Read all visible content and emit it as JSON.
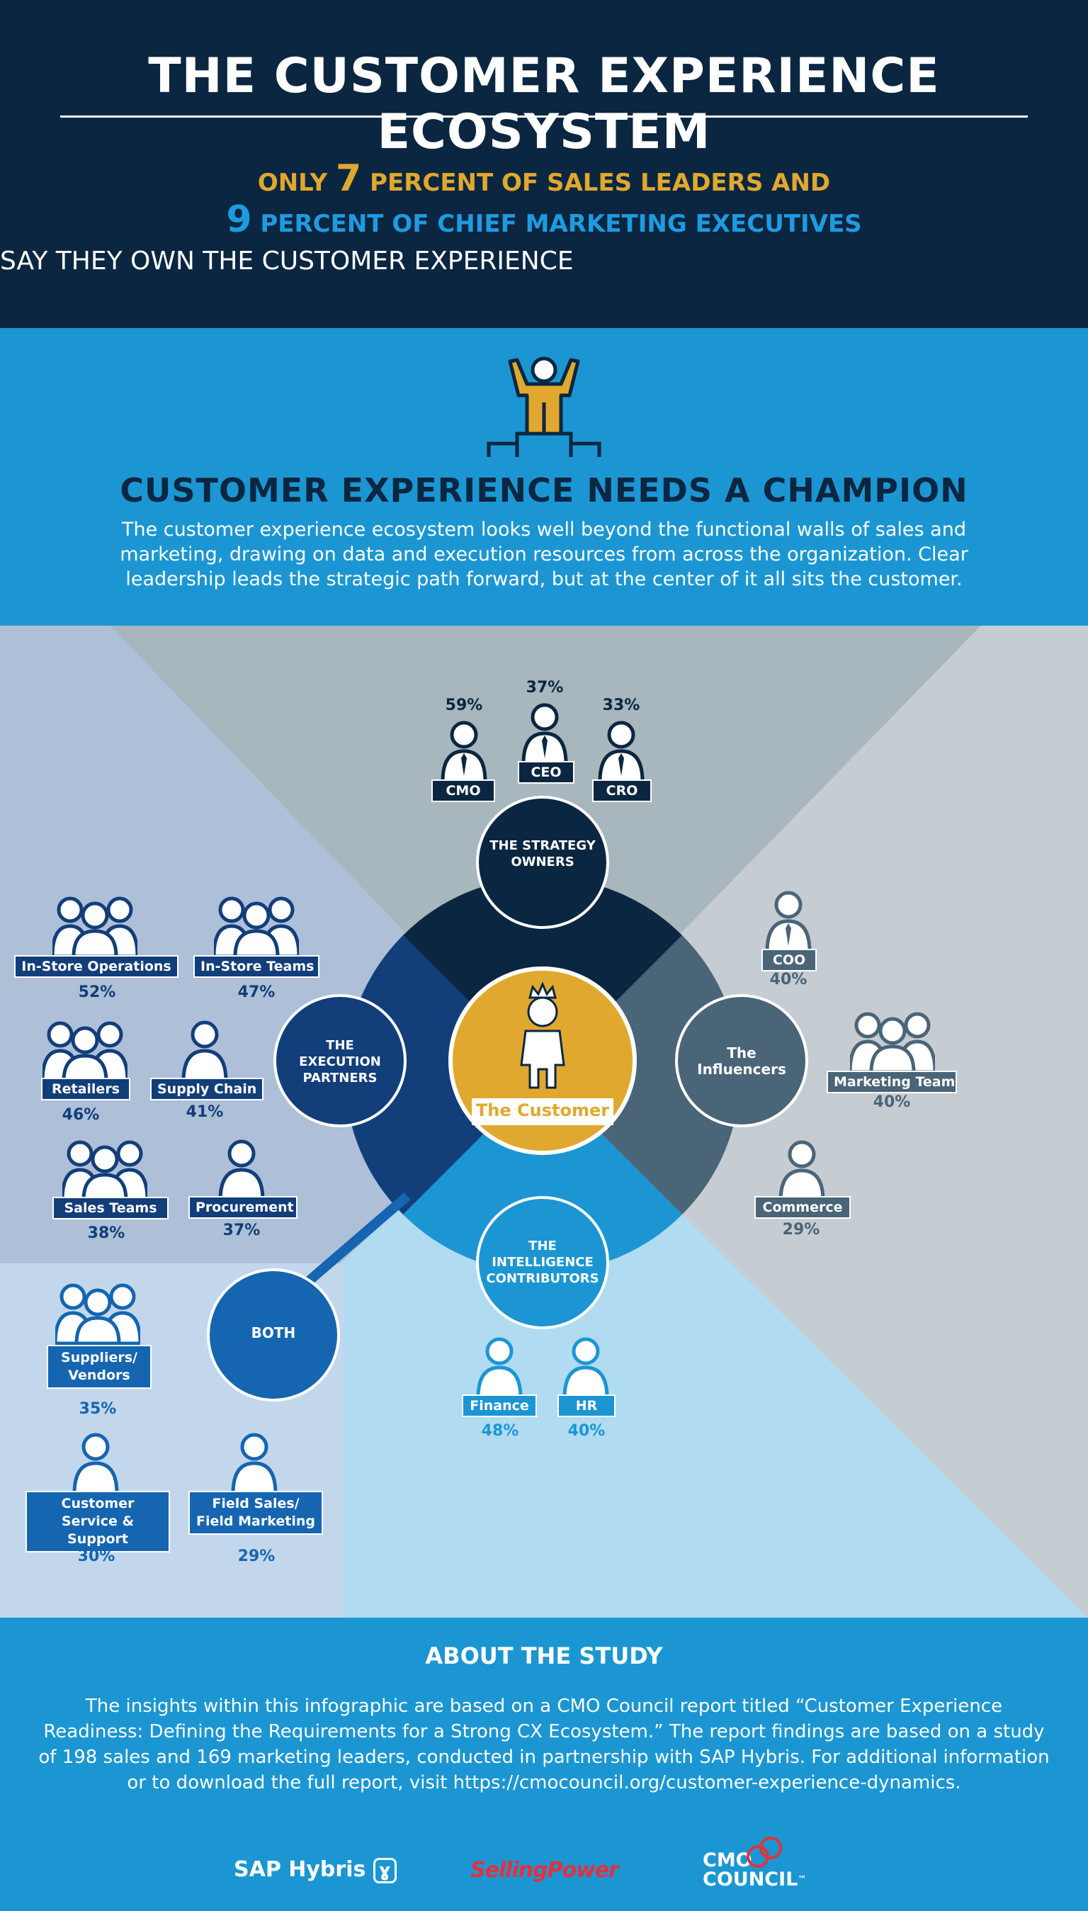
{
  "header": {
    "title": "THE CUSTOMER EXPERIENCE ECOSYSTEM",
    "stat_line1_prefix": "ONLY ",
    "stat_line1_num": "7",
    "stat_line1_suffix": " PERCENT OF SALES LEADERS AND",
    "stat_line2_num": "9",
    "stat_line2_suffix": " PERCENT OF CHIEF MARKETING EXECUTIVES",
    "stat_line3": "SAY THEY OWN THE CUSTOMER EXPERIENCE"
  },
  "champion": {
    "icon": "champion-podium-icon",
    "title": "CUSTOMER EXPERIENCE NEEDS A CHAMPION",
    "description": "The customer experience ecosystem looks well beyond the functional walls of sales and marketing, drawing on data and execution resources from across the organization. Clear leadership leads the strategic path forward, but at the center of it all sits the customer."
  },
  "ecosystem": {
    "center": "The Customer",
    "strategy_owners": {
      "label": "THE STRATEGY OWNERS",
      "roles": [
        {
          "name": "CMO",
          "pct": "59%"
        },
        {
          "name": "CEO",
          "pct": "37%"
        },
        {
          "name": "CRO",
          "pct": "33%"
        }
      ]
    },
    "influencers": {
      "label": "The Influencers",
      "roles": [
        {
          "name": "COO",
          "pct": "40%"
        },
        {
          "name": "Marketing Team",
          "pct": "40%"
        },
        {
          "name": "Commerce",
          "pct": "29%"
        }
      ]
    },
    "execution_partners": {
      "label": "THE EXECUTION PARTNERS",
      "roles": [
        {
          "name": "In-Store Operations",
          "pct": "52%"
        },
        {
          "name": "In-Store Teams",
          "pct": "47%"
        },
        {
          "name": "Retailers",
          "pct": "46%"
        },
        {
          "name": "Supply Chain",
          "pct": "41%"
        },
        {
          "name": "Sales Teams",
          "pct": "38%"
        },
        {
          "name": "Procurement",
          "pct": "37%"
        }
      ]
    },
    "intelligence_contributors": {
      "label": "THE INTELLIGENCE CONTRIBUTORS",
      "roles": [
        {
          "name": "Finance",
          "pct": "48%"
        },
        {
          "name": "HR",
          "pct": "40%"
        }
      ]
    },
    "both": {
      "label": "BOTH",
      "roles": [
        {
          "name": "Suppliers/ Vendors",
          "pct": "35%"
        },
        {
          "name": "Customer Service & Support",
          "pct": "30%"
        },
        {
          "name": "Field Sales/ Field Marketing",
          "pct": "29%"
        }
      ]
    }
  },
  "about": {
    "title": "ABOUT THE STUDY",
    "text": "The insights within this infographic are based on a CMO Council report titled “Customer Experience Readiness: Defining the Requirements for a Strong CX Ecosystem.” The report findings are based on a study of 198 sales and 169 marketing leaders, conducted in partnership with SAP Hybris. For additional information or to download the full report, visit https://cmocouncil.org/customer-experience-dynamics."
  },
  "logos": {
    "sap": "SAP Hybris",
    "selling_power": "SellingPower",
    "cmo_line1": "CMO",
    "cmo_line2": "COUNCIL",
    "cmo_tm": "™"
  },
  "colors": {
    "navy": "#0b2640",
    "gold": "#e0a82e",
    "blue": "#1b96d3",
    "slate": "#4a6478"
  }
}
